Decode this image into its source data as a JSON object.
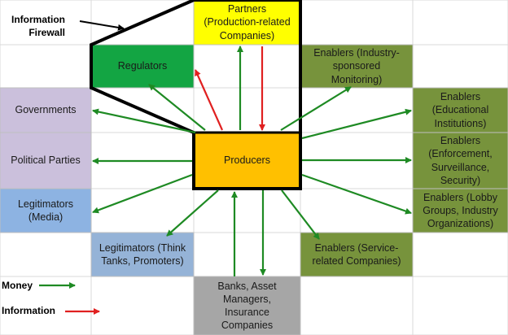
{
  "colors": {
    "money": "#1e8a23",
    "information": "#e02020",
    "partners": "#ffff00",
    "regulators": "#13a543",
    "enablers": "#77933c",
    "governments": "#cbc0dc",
    "legit_media": "#8db3e2",
    "legit_think": "#95b3d7",
    "producers": "#ffc000",
    "banks": "#a6a6a6",
    "firewall": "#000000"
  },
  "labels": {
    "firewall": "Information\nFirewall",
    "money": "Money",
    "information": "Information"
  },
  "nodes": {
    "partners": "Partners\n(Production-related\nCompanies)",
    "regulators": "Regulators",
    "enablers_industry": "Enablers (Industry-\nsponsored\nMonitoring)",
    "enablers_edu": "Enablers\n(Educational\nInstitutions)",
    "governments": "Governments",
    "producers": "Producers",
    "political_parties": "Political Parties",
    "enablers_enforcement": "Enablers\n(Enforcement,\nSurveillance,\nSecurity)",
    "legit_media": "Legitimators\n(Media)",
    "enablers_lobby": "Enablers (Lobby\nGroups, Industry\nOrganizations)",
    "legit_think": "Legitimators (Think\nTanks,  Promoters)",
    "enablers_service": "Enablers (Service-\nrelated Companies)",
    "banks": "Banks, Asset\nManagers,\nInsurance\nCompanies"
  }
}
